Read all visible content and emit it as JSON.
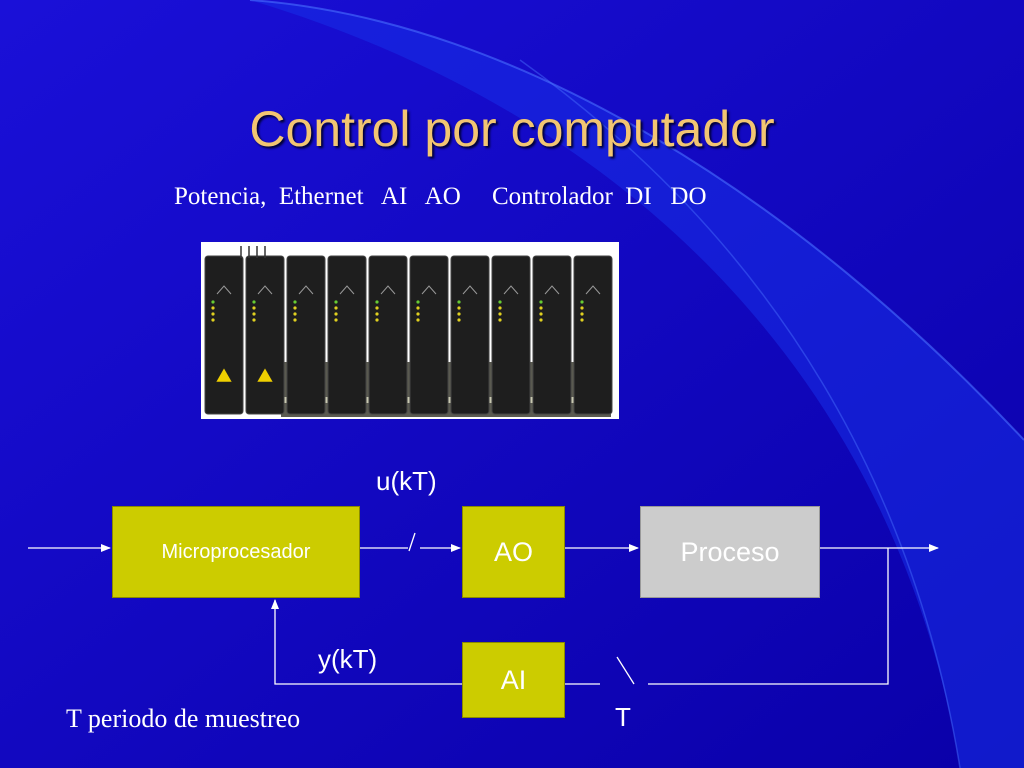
{
  "slide": {
    "title": "Control por computador",
    "subtitle": "Potencia,  Ethernet   AI   AO     Controlador  DI   DO",
    "colors": {
      "background": "#1200c8",
      "title": "#f2c572",
      "block_yellow": "#cccc00",
      "block_gray": "#cccccc"
    }
  },
  "hardware_image": {
    "icon": "plc-rack-photo",
    "module_count": 10
  },
  "diagram": {
    "blocks": {
      "microprocesador": "Microprocesador",
      "ao": "AO",
      "proceso": "Proceso",
      "ai": "AI"
    },
    "labels": {
      "u": "u(kT)",
      "y": "y(kT)",
      "t": "T",
      "slash": "/"
    }
  },
  "note": "T periodo de muestreo"
}
